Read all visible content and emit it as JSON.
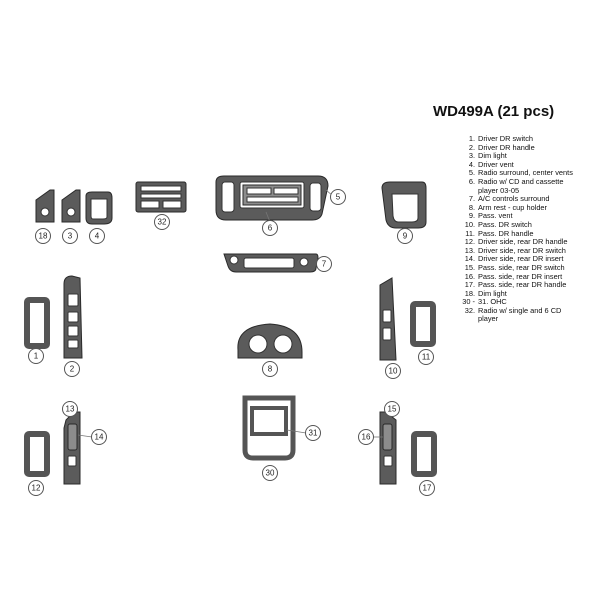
{
  "kit": {
    "title": "WD499A (21 pcs)"
  },
  "legend": [
    {
      "num": "1.",
      "text": "Driver DR switch"
    },
    {
      "num": "2.",
      "text": "Driver DR handle"
    },
    {
      "num": "3.",
      "text": "Dim light"
    },
    {
      "num": "4.",
      "text": "Driver vent"
    },
    {
      "num": "5.",
      "text": "Radio surround, center vents"
    },
    {
      "num": "6.",
      "text": "Radio w/ CD and cassette"
    },
    {
      "num": "",
      "text": "player 03-05"
    },
    {
      "num": "7.",
      "text": "A/C controls surround"
    },
    {
      "num": "8.",
      "text": "Arm rest - cup holder"
    },
    {
      "num": "9.",
      "text": "Pass. vent"
    },
    {
      "num": "10.",
      "text": "Pass. DR switch"
    },
    {
      "num": "11.",
      "text": "Pass. DR handle"
    },
    {
      "num": "12.",
      "text": "Driver side, rear DR handle"
    },
    {
      "num": "13.",
      "text": "Driver side, rear DR switch"
    },
    {
      "num": "14.",
      "text": "Driver side, rear DR insert"
    },
    {
      "num": "15.",
      "text": "Pass. side, rear DR switch"
    },
    {
      "num": "16.",
      "text": "Pass. side, rear DR insert"
    },
    {
      "num": "17.",
      "text": "Pass. side, rear DR handle"
    },
    {
      "num": "18.",
      "text": "Dim light"
    },
    {
      "num": "30 -",
      "text": "31. OHC"
    },
    {
      "num": "32.",
      "text": "Radio w/ single and 6 CD"
    },
    {
      "num": "",
      "text": "player"
    }
  ],
  "callouts": [
    "18",
    "3",
    "4",
    "32",
    "6",
    "5",
    "9",
    "7",
    "1",
    "2",
    "8",
    "10",
    "11",
    "13",
    "14",
    "12",
    "31",
    "30",
    "15",
    "16",
    "17"
  ],
  "colors": {
    "part_fill": "#5b5b5b",
    "part_light": "#8c8c8c",
    "outline": "#2a2a2a"
  }
}
